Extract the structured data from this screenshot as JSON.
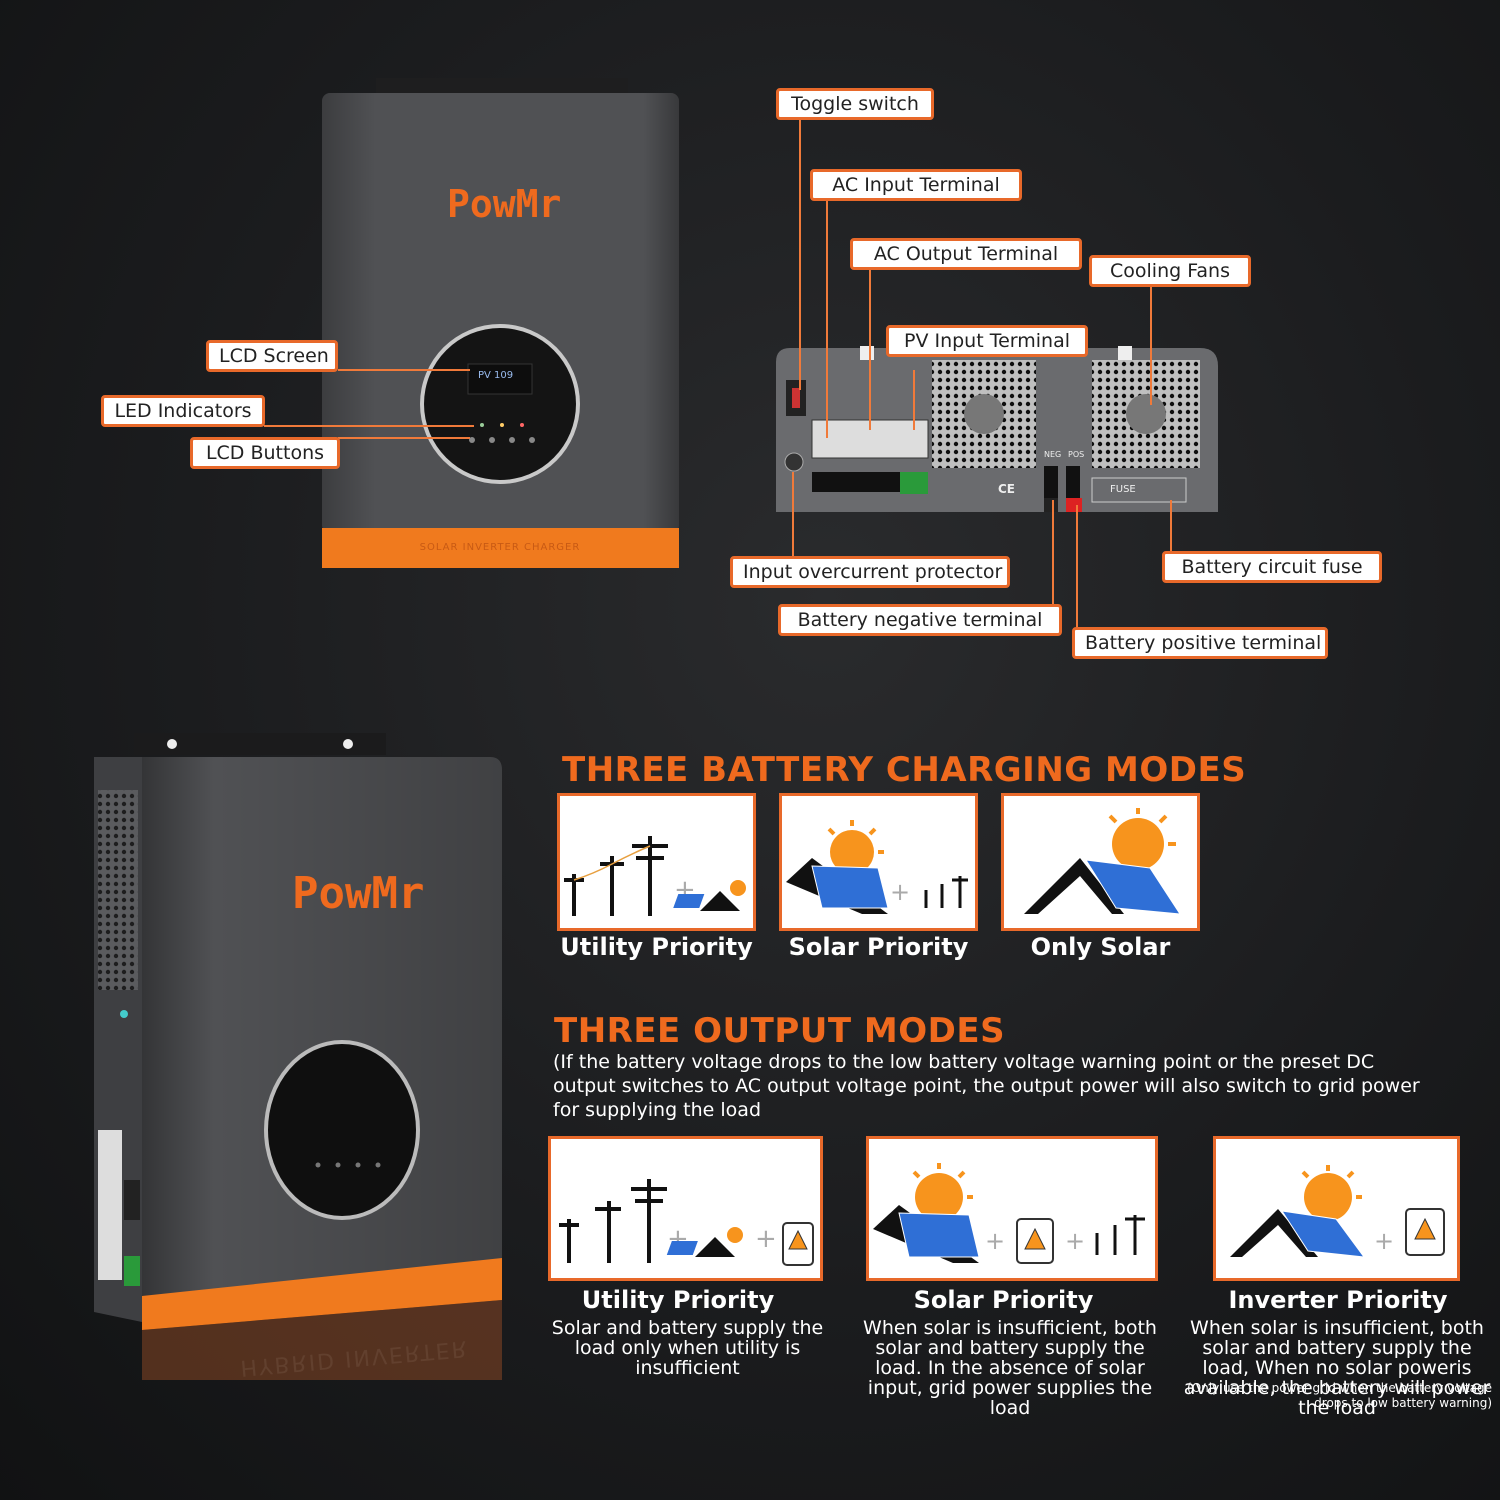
{
  "brand": {
    "logo": "PowMr",
    "front_strip": "SOLAR INVERTER CHARGER",
    "side_strip": "HYBRID INVERTER",
    "lcd_readout": "PV 109"
  },
  "callouts": {
    "lcd_screen": "LCD Screen",
    "led_indicators": "LED Indicators",
    "lcd_buttons": "LCD Buttons",
    "toggle_switch": "Toggle switch",
    "ac_input": "AC Input Terminal",
    "ac_output": "AC Output Terminal",
    "cooling_fans": "Cooling Fans",
    "pv_input": "PV Input Terminal",
    "input_overcurrent": "Input overcurrent protector",
    "battery_fuse": "Battery circuit fuse",
    "battery_negative": "Battery negative terminal",
    "battery_positive": "Battery positive terminal"
  },
  "panel_labels": {
    "neg": "NEG",
    "pos": "POS",
    "fuse": "FUSE",
    "ce": "CE"
  },
  "charging": {
    "title": "THREE BATTERY CHARGING MODES",
    "modes": [
      {
        "label": "Utility Priority"
      },
      {
        "label": "Solar Priority"
      },
      {
        "label": "Only Solar"
      }
    ]
  },
  "output": {
    "title": "THREE OUTPUT MODES",
    "note": "(If the battery voltage drops to the low battery voltage warning point or the preset DC output switches to AC output voltage point, the output power will also switch to grid power for supplying the load",
    "modes": [
      {
        "label": "Utility Priority",
        "desc": "Solar and battery supply the load only when utility is insufficient"
      },
      {
        "label": "Solar Priority",
        "desc": "When solar is insufficient, both solar and battery supply the load. In the absence of solar input, grid power supplies the load"
      },
      {
        "label": "Inverter Priority",
        "desc": "When solar is insufficient, both solar and battery supply the load, When no solar poweris available, the battery will power the load",
        "fine": "(Only use the power grid when the battery voltage drops to low battery warning)"
      }
    ]
  },
  "colors": {
    "accent": "#ef6a1e",
    "body": "#4a4b4e",
    "orange": "#f07a1e",
    "panel_blue": "#2f6fd6",
    "sun": "#f7941d"
  }
}
